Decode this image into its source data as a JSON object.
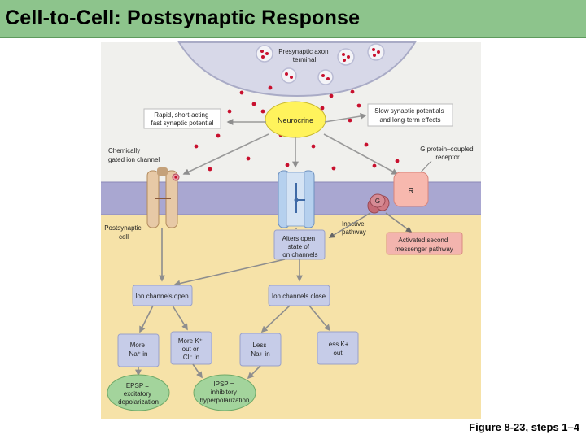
{
  "title": "Cell-to-Cell: Postsynaptic Response",
  "caption": "Figure 8-23, steps 1–4",
  "labels": {
    "presynaptic": [
      "Presynaptic axon",
      "terminal"
    ],
    "neurocrine": "Neurocrine",
    "rapid": [
      "Rapid, short-acting",
      "fast synaptic potential"
    ],
    "slow": [
      "Slow synaptic potentials",
      "and long-term effects"
    ],
    "chem_gated": [
      "Chemically",
      "gated ion channel"
    ],
    "gprotein_receptor": [
      "G protein–coupled",
      "receptor"
    ],
    "receptor_r": "R",
    "gprotein_g": "G",
    "postsynaptic": [
      "Postsynaptic",
      "cell"
    ],
    "inactive": [
      "Inactive",
      "pathway"
    ],
    "alters": [
      "Alters open",
      "state of",
      "ion channels"
    ],
    "second_messenger": [
      "Activated second",
      "messenger pathway"
    ],
    "ion_open": "Ion channels open",
    "ion_close": "Ion channels close",
    "more_na": [
      "More",
      "Na⁺ in"
    ],
    "more_k": [
      "More K⁺",
      "out or",
      "Cl⁻ in"
    ],
    "less_na": [
      "Less",
      "Na+ in"
    ],
    "less_k": [
      "Less K+",
      "out"
    ],
    "epsp": [
      "EPSP =",
      "excitatory",
      "depolarization"
    ],
    "ipsp": [
      "IPSP =",
      "inhibitory",
      "hyperpolarization"
    ]
  },
  "colors": {
    "title_bar": "#8dc48c",
    "presynaptic": "#d7d8e8",
    "membrane": "#a9a7d1",
    "postsynaptic_cell": "#f6e2a8",
    "extracellular": "#f0f0ed",
    "neurocrine": "#fff35c",
    "neurotransmitter": "#c8102e",
    "box_blue": "#c6cce8",
    "box_green": "#a3d49c",
    "box_pink": "#f3b4ae"
  }
}
